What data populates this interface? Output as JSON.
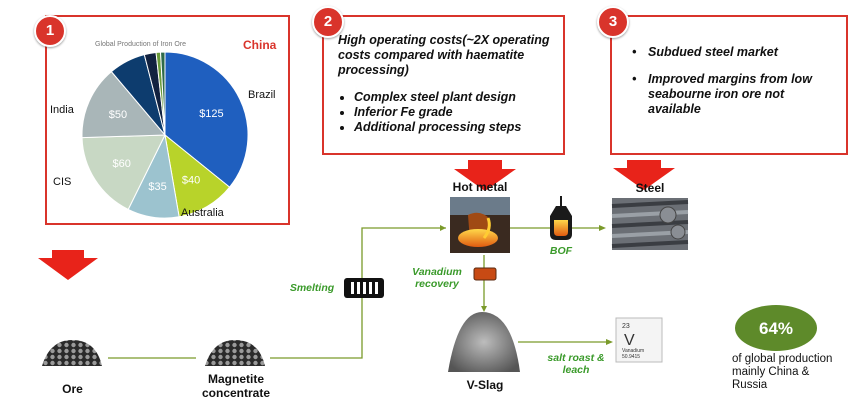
{
  "steps": [
    {
      "number": "1"
    },
    {
      "number": "2",
      "headline": "High operating costs(~2X operating costs compared with haematite processing)",
      "bullets": [
        "Complex steel plant design",
        "Inferior Fe grade",
        "Additional processing steps"
      ]
    },
    {
      "number": "3",
      "bullets": [
        "Subdued steel market",
        "Improved margins from low seabourne iron ore not available"
      ]
    }
  ],
  "chart_data": {
    "type": "pie",
    "title": "Global Production of Iron Ore",
    "slices": [
      {
        "label": "China",
        "value_label": "$125",
        "value": 125,
        "color": "#1f5fbf",
        "highlight": true
      },
      {
        "label": "Brazil",
        "value_label": "$40",
        "value": 40,
        "color": "#b8d32a"
      },
      {
        "label": "Australia",
        "value_label": "$35",
        "value": 35,
        "color": "#9cc3cf"
      },
      {
        "label": "CIS",
        "value_label": "$60",
        "value": 60,
        "color": "#c8d8c4"
      },
      {
        "label": "India",
        "value_label": "$50",
        "value": 50,
        "color": "#a9b6b8"
      },
      {
        "label": "",
        "value_label": "",
        "value": 25,
        "color": "#0d3c6e"
      },
      {
        "label": "",
        "value_label": "",
        "value": 8,
        "color": "#122240"
      },
      {
        "label": "",
        "value_label": "",
        "value": 3,
        "color": "#6a9a3a"
      },
      {
        "label": "",
        "value_label": "",
        "value": 3,
        "color": "#2e6a4a"
      }
    ]
  },
  "flow": {
    "ore": "Ore",
    "magnetite": "Magnetite concentrate",
    "smelting": "Smelting",
    "hot_metal": "Hot metal",
    "vanadium_recovery": "Vanadium recovery",
    "bof": "BOF",
    "steel": "Steel",
    "vslag": "V-Slag",
    "salt_roast": "salt roast & leach"
  },
  "vanadium_card": {
    "number": "23",
    "symbol": "V",
    "name": "Vanadium",
    "mass": "50.9415"
  },
  "stat": {
    "value": "64%",
    "caption": "of global production mainly China & Russia"
  },
  "colors": {
    "red": "#d9342b",
    "flow_line": "#7a9a2a",
    "stat_green": "#5e8a2a"
  }
}
